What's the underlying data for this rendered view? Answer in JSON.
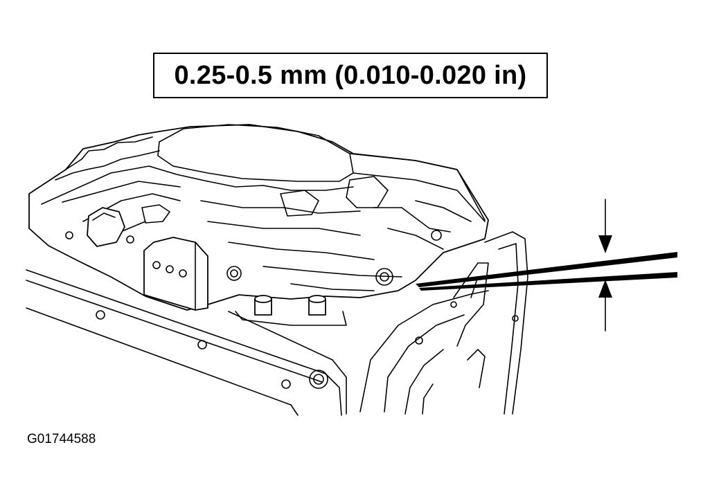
{
  "spec_label": "0.25-0.5 mm (0.010-0.020 in)",
  "figure_id": "G01744588",
  "icons": {
    "feeler_gauge": "feeler-gauge-blade",
    "clearance_arrows": "dimension-arrows"
  }
}
